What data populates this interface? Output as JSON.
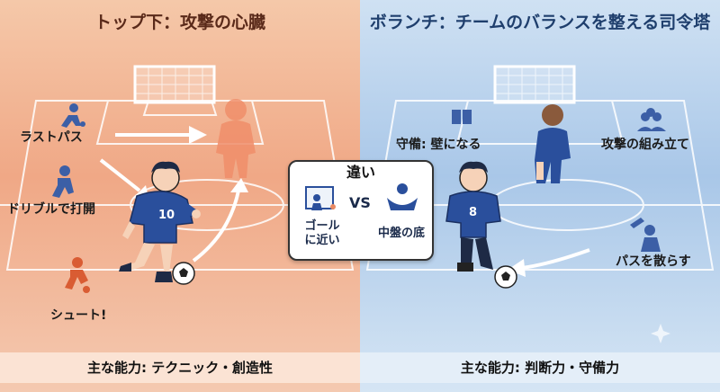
{
  "left": {
    "title": "トップ下：攻撃の心臓",
    "labels": {
      "last_pass": "ラストパス",
      "dribble": "ドリブルで打開",
      "shoot": "シュート!"
    },
    "player_number": "10",
    "footer": "主な能力: テクニック・創造性"
  },
  "right": {
    "title": "ボランチ：チームのバランスを整える司令塔",
    "labels": {
      "defense": "守備: 壁になる",
      "build_up": "攻撃の組み立て",
      "distribute": "パスを散らす"
    },
    "player_number": "8",
    "footer": "主な能力: 判断力・守備力"
  },
  "compare": {
    "title": "違い",
    "vs": "VS",
    "left_caption": "ゴール\nに近い",
    "right_caption": "中盤の底"
  },
  "colors": {
    "left_accent": "#e98a63",
    "right_accent": "#6a98d0",
    "jersey": "#2a4f9c"
  }
}
